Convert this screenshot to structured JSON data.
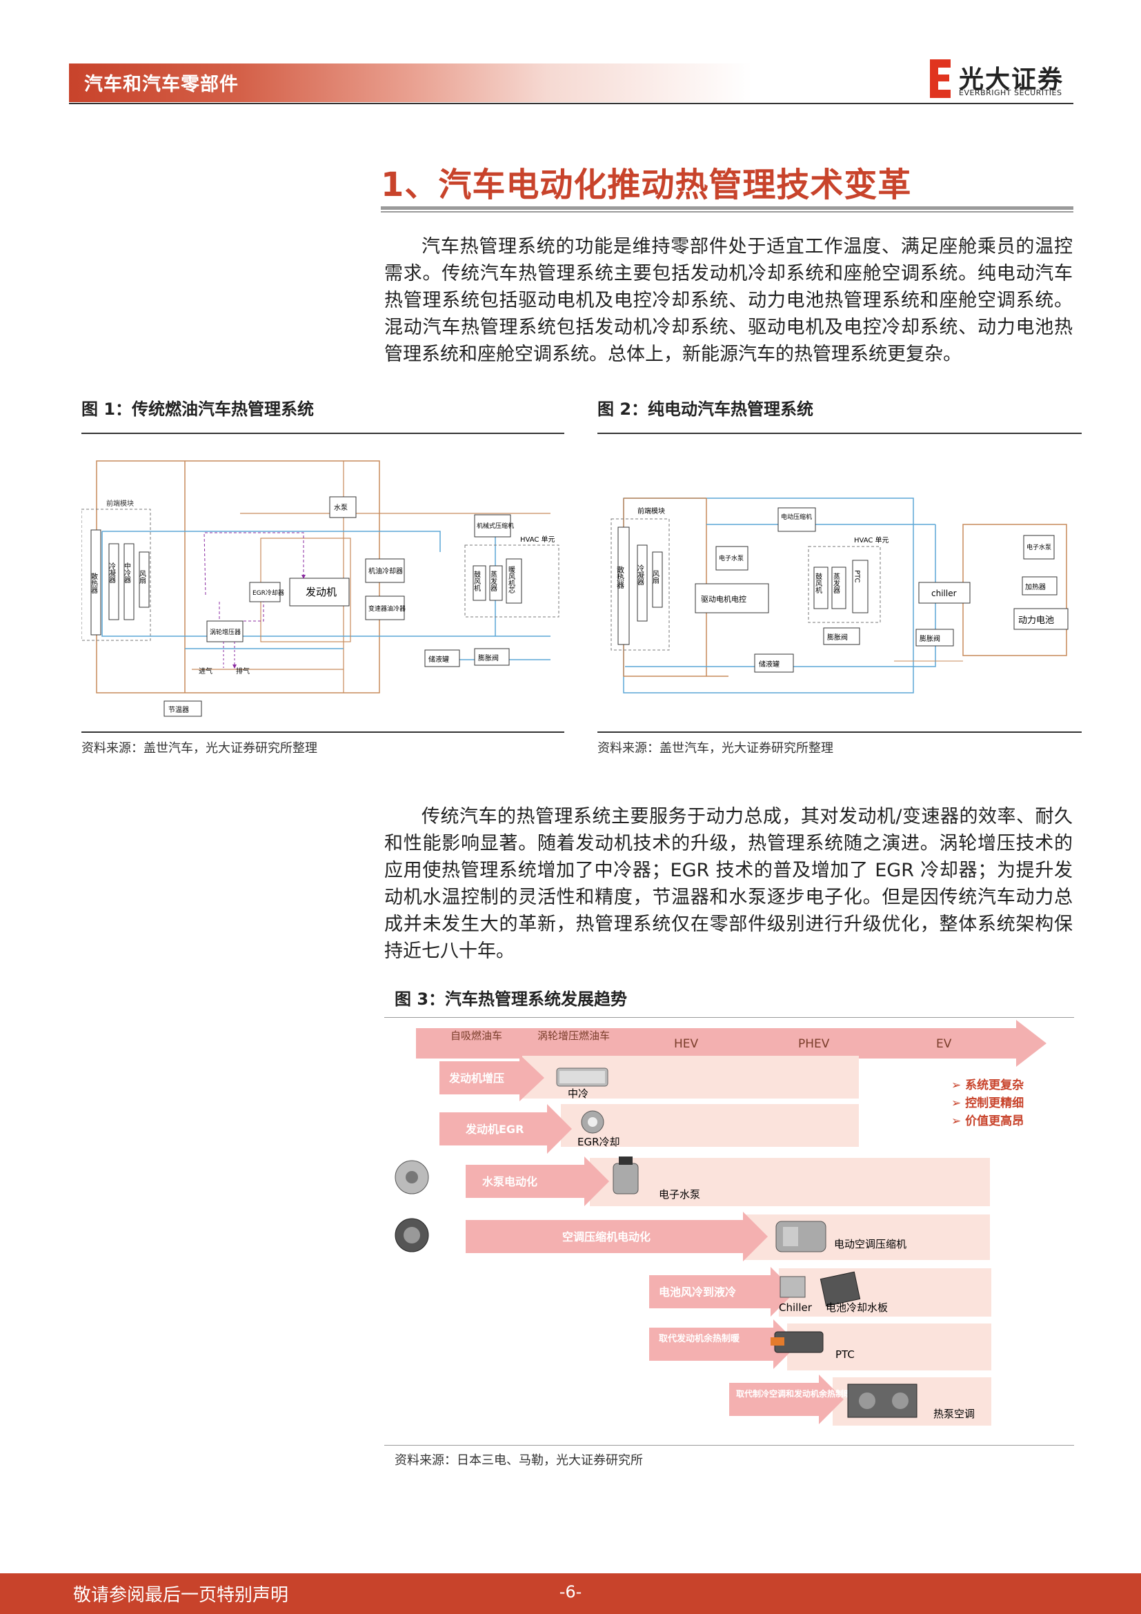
{
  "header": {
    "section": "汽车和汽车零部件",
    "brand_cn": "光大证券",
    "brand_en": "EVERBRIGHT SECURITIES"
  },
  "section_title": "1、汽车电动化推动热管理技术变革",
  "paragraphs": {
    "p1": "汽车热管理系统的功能是维持零部件处于适宜工作温度、满足座舱乘员的温控需求。传统汽车热管理系统主要包括发动机冷却系统和座舱空调系统。纯电动汽车热管理系统包括驱动电机及电控冷却系统、动力电池热管理系统和座舱空调系统。混动汽车热管理系统包括发动机冷却系统、驱动电机及电控冷却系统、动力电池热管理系统和座舱空调系统。总体上，新能源汽车的热管理系统更复杂。",
    "p2": "传统汽车的热管理系统主要服务于动力总成，其对发动机/变速器的效率、耐久和性能影响显著。随着发动机技术的升级，热管理系统随之演进。涡轮增压技术的应用使热管理系统增加了中冷器；EGR 技术的普及增加了 EGR 冷却器；为提升发动机水温控制的灵活性和精度，节温器和水泵逐步电子化。但是因传统汽车动力总成并未发生大的革新，热管理系统仅在零部件级别进行升级优化，整体系统架构保持近七八十年。"
  },
  "fig1": {
    "title": "图 1：传统燃油汽车热管理系统",
    "source": "资料来源：盖世汽车，光大证券研究所整理",
    "labels": {
      "front_module": "前端模块",
      "radiator": "散热器",
      "condenser": "冷凝器",
      "intercooler": "中冷器",
      "fan": "风扇",
      "water_pump": "水泵",
      "egr": "EGR冷却器",
      "engine": "发动机",
      "oil_cooler": "机油冷却器",
      "trans_cooler": "变速器油冷器",
      "compressor": "机械式压缩机",
      "hvac": "HVAC 单元",
      "blower": "鼓风机",
      "evaporator": "蒸发器",
      "heater_core": "暖风机芯",
      "turbo": "涡轮增压器",
      "intake": "进气",
      "exhaust": "排气",
      "receiver": "储液罐",
      "exp_valve": "膨胀阀",
      "thermostat": "节温器"
    }
  },
  "fig2": {
    "title": "图 2：纯电动汽车热管理系统",
    "source": "资料来源：盖世汽车，光大证券研究所整理",
    "labels": {
      "front_module": "前端模块",
      "radiator": "散热器",
      "condenser": "冷凝器",
      "fan": "风扇",
      "e_compressor": "电动压缩机",
      "e_pump": "电子水泵",
      "motor_ctrl": "驱动电机电控",
      "hvac": "HVAC 单元",
      "blower": "鼓风机",
      "evaporator": "蒸发器",
      "ptc": "PTC",
      "exp_valve_1": "膨胀阀",
      "exp_valve_2": "膨胀阀",
      "chiller": "chiller",
      "e_pump_2": "电子水泵",
      "heater": "加热器",
      "battery": "动力电池",
      "receiver": "储液罐"
    }
  },
  "fig3": {
    "title": "图 3：汽车热管理系统发展趋势",
    "source": "资料来源：日本三电、马勒，光大证券研究所",
    "stages": [
      "自吸燃油车",
      "涡轮增压燃油车",
      "HEV",
      "PHEV",
      "EV"
    ],
    "trends": [
      "系统更复杂",
      "控制更精细",
      "价值更高昂"
    ],
    "rows": [
      {
        "arrow": "发动机增压",
        "part": "中冷"
      },
      {
        "arrow": "发动机EGR",
        "part": "EGR冷却"
      },
      {
        "arrow": "水泵电动化",
        "part": "电子水泵"
      },
      {
        "arrow": "空调压缩机电动化",
        "part": "电动空调压缩机"
      },
      {
        "arrow": "电池风冷到液冷",
        "part": "Chiller",
        "part2": "电池冷却水板"
      },
      {
        "arrow": "取代发动机余热制暖",
        "part": "PTC"
      },
      {
        "arrow": "取代制冷空调和发动机余热制暖",
        "part": "热泵空调"
      }
    ],
    "colors": {
      "arrow": "#f4b0b0",
      "band": "#fbe3dc",
      "trend": "#c8432b"
    }
  },
  "footer": {
    "note": "敬请参阅最后一页特别声明",
    "page": "-6-"
  },
  "colors": {
    "brand": "#c8432b",
    "fig_orange": "#c78a5a",
    "fig_blue": "#5aa5d6",
    "fig_purple": "#8a2aa0"
  }
}
